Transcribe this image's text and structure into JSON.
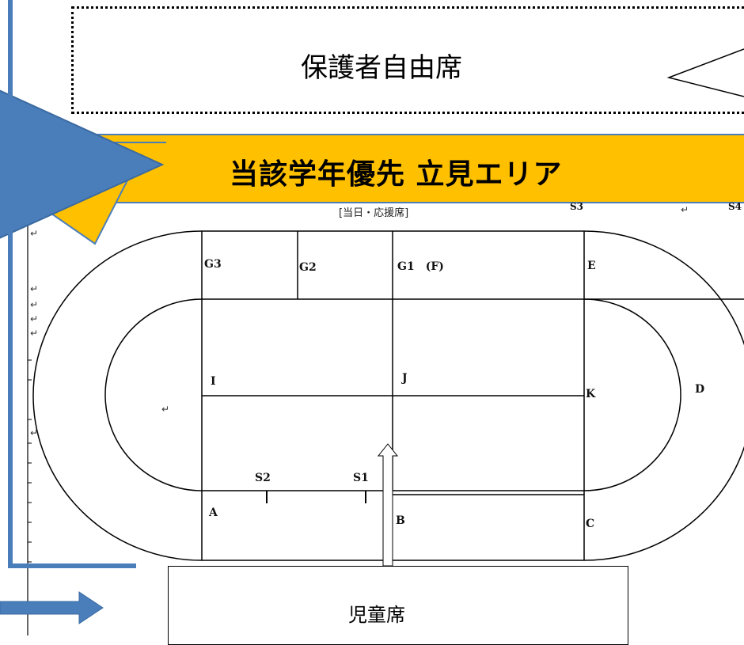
{
  "parent_area": {
    "label": "保護者自由席"
  },
  "priority_banner": {
    "label": "当該学年優先 立見エリア"
  },
  "children_area": {
    "label": "児童席"
  },
  "track_header": {
    "text": "[当日・応援席]",
    "s3": "S3",
    "s4": "S4"
  },
  "track_labels": {
    "g3": "G3",
    "g2": "G2",
    "g1": "G1　(F)",
    "e": "E",
    "i": "I",
    "j": "J",
    "k": "K",
    "d": "D",
    "a": "A",
    "b": "B",
    "c": "C",
    "s1": "S1",
    "s2": "S2"
  },
  "colors": {
    "banner": "#FFC000",
    "arrow_blue": "#4A7EBB",
    "line": "#000000"
  }
}
